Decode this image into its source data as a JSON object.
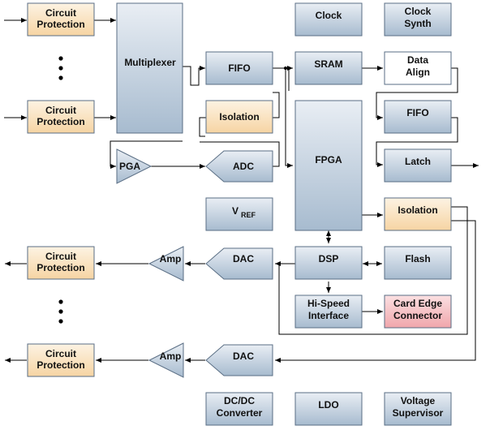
{
  "blocks": {
    "cp1": [
      "Circuit",
      "Protection"
    ],
    "cp2": [
      "Circuit",
      "Protection"
    ],
    "cp3": [
      "Circuit",
      "Protection"
    ],
    "cp4": [
      "Circuit",
      "Protection"
    ],
    "multiplexer": "Multiplexer",
    "fifo1": "FIFO",
    "isolation1": "Isolation",
    "sram": "SRAM",
    "clock": "Clock",
    "clock_synth": [
      "Clock",
      "Synth"
    ],
    "data_align": [
      "Data",
      "Align"
    ],
    "fifo2": "FIFO",
    "fpga": "FPGA",
    "latch": "Latch",
    "isolation2": "Isolation",
    "vref_main": "V",
    "vref_sub": "REF",
    "dsp": "DSP",
    "flash": "Flash",
    "hispeed": [
      "Hi-Speed",
      "Interface"
    ],
    "card_edge": [
      "Card Edge",
      "Connector"
    ],
    "dcdc": [
      "DC/DC",
      "Converter"
    ],
    "ldo": "LDO",
    "voltage_supervisor": [
      "Voltage",
      "Supervisor"
    ],
    "pga": "PGA",
    "adc": "ADC",
    "dac1": "DAC",
    "dac2": "DAC",
    "amp1": "Amp",
    "amp2": "Amp"
  },
  "colors": {
    "blue_top": "#e9eef4",
    "blue_bottom": "#a7bbcf",
    "orange_top": "#fdf3e3",
    "orange_bottom": "#f6d4a3",
    "pink_top": "#fbe0e2",
    "pink_bottom": "#f0a6ab",
    "border": "#5a6e84"
  }
}
